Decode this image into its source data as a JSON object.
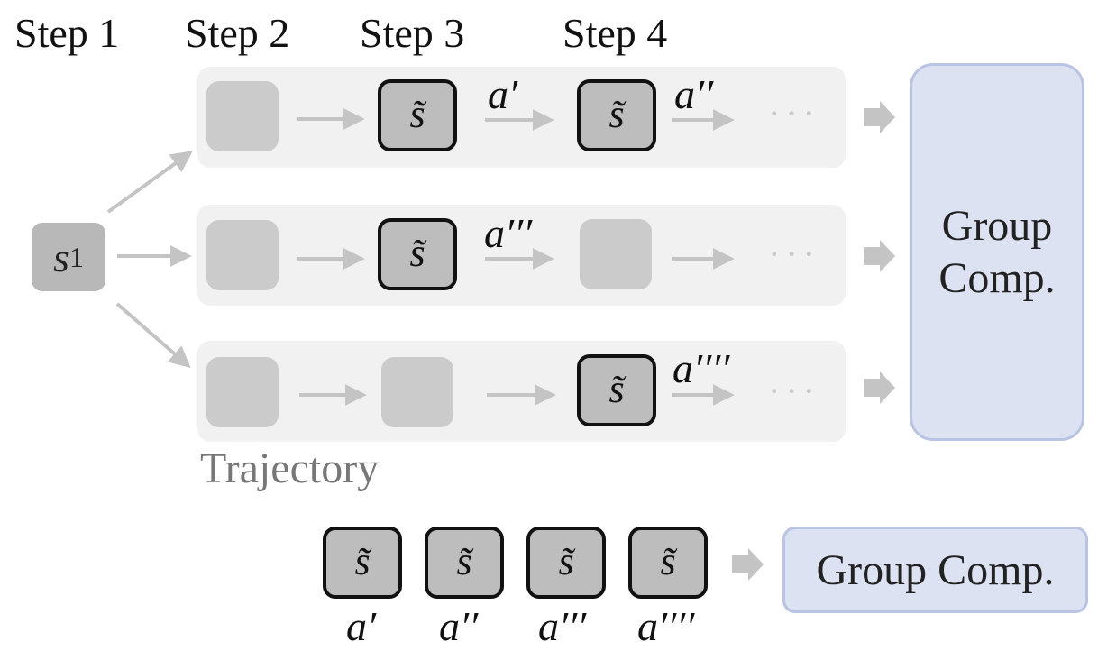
{
  "steps": [
    "Step 1",
    "Step 2",
    "Step 3",
    "Step 4"
  ],
  "start_state": {
    "base": "s",
    "subscript": "1"
  },
  "state_symbol": "s̃",
  "actions": {
    "a1": "a′",
    "a2": "a′′",
    "a3": "a′′′",
    "a4": "a′′′′"
  },
  "ellipsis": "···",
  "group_box_label_line1": "Group",
  "group_box_label_line2": "Comp.",
  "trajectory_label": "Trajectory",
  "bottom_group_label": "Group Comp.",
  "colors": {
    "row_bg": "#f1f1f1",
    "faded_node": "#cbcbcb",
    "state_node": "#bdbdbd",
    "group_fill": "#dde2f2",
    "group_border": "#b9c3e3",
    "arrow": "#c4c4c4"
  }
}
